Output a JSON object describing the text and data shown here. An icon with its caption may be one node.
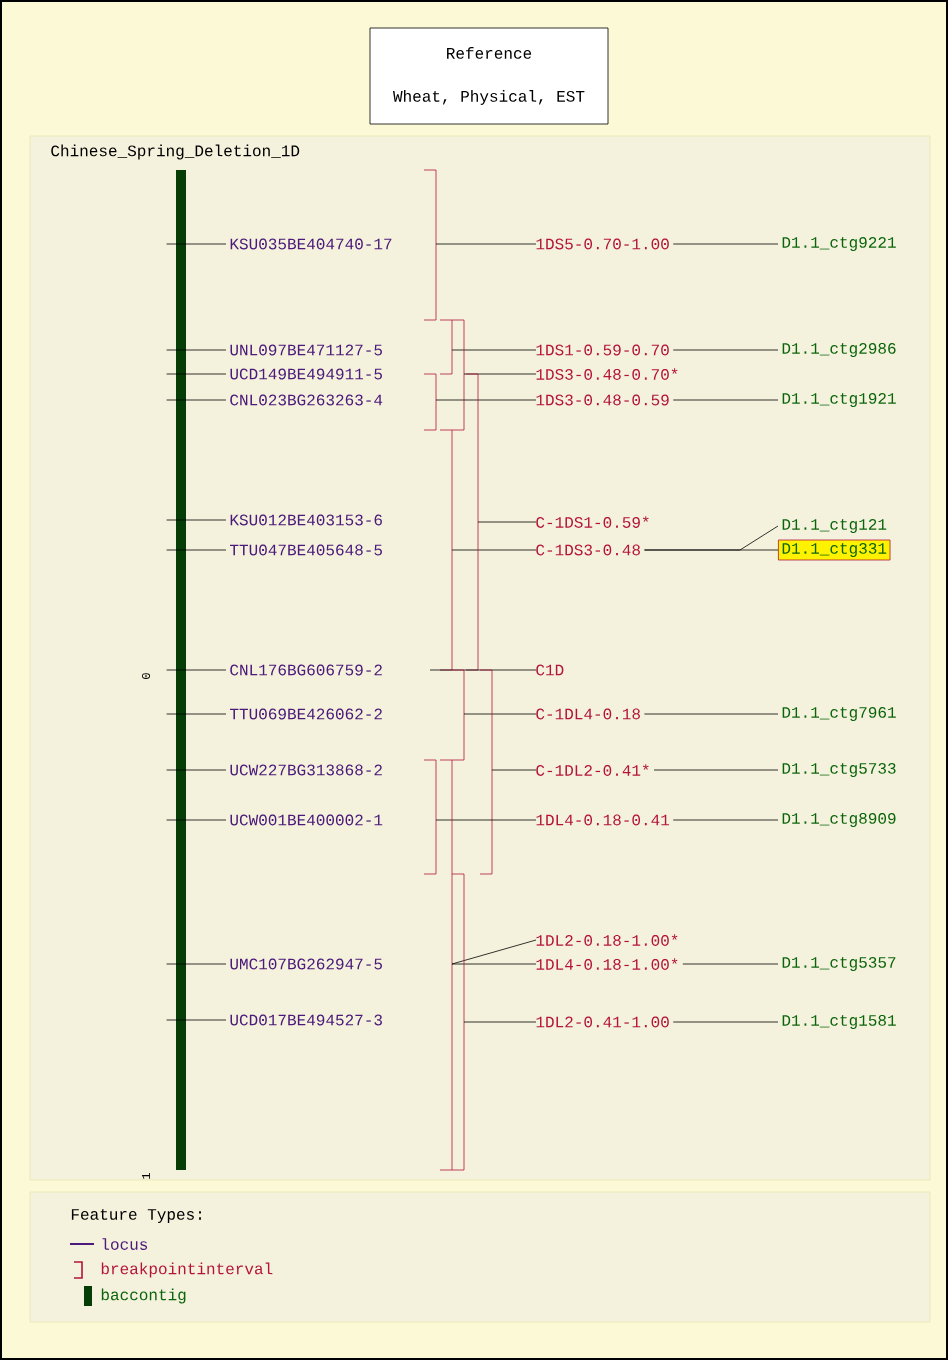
{
  "diagram": {
    "nodes": [
      {
        "text": [
          "Reference",
          "Wheat, Physical, EST"
        ]
      },
      {
        "text": [],
        "shape": "bar",
        "beside": [
          "Chinese_Spring_Deletion_1D"
        ]
      },
      {
        "text": [
          "KSU035BE404740-17"
        ]
      },
      {
        "text": [
          "UNL097BE471127-5"
        ]
      },
      {
        "text": [
          "UCD149BE494911-5"
        ]
      },
      {
        "text": [
          "CNL023BG263263-4"
        ]
      },
      {
        "text": [
          "KSU012BE403153-6"
        ]
      },
      {
        "text": [
          "TTU047BE405648-5"
        ]
      },
      {
        "text": [
          "CNL176BG606759-2"
        ]
      },
      {
        "text": [
          "TTU069BE426062-2"
        ]
      },
      {
        "text": [
          "UCW227BG313868-2"
        ]
      },
      {
        "text": [
          "UCW001BE400002-1"
        ]
      },
      {
        "text": [
          "UMC107BG262947-5"
        ]
      },
      {
        "text": [
          "UCD017BE494527-3"
        ]
      },
      {
        "text": [
          "1DS5-0.70-1.00"
        ]
      },
      {
        "text": [
          "1DS1-0.59-0.70"
        ]
      },
      {
        "text": [
          "1DS3-0.48-0.70*"
        ]
      },
      {
        "text": [
          "1DS3-0.48-0.59"
        ]
      },
      {
        "text": [
          "C-1DS1-0.59*"
        ]
      },
      {
        "text": [
          "C-1DS3-0.48"
        ]
      },
      {
        "text": [
          "C1D"
        ]
      },
      {
        "text": [
          "C-1DL4-0.18"
        ]
      },
      {
        "text": [
          "C-1DL2-0.41*"
        ]
      },
      {
        "text": [
          "1DL4-0.18-0.41"
        ]
      },
      {
        "text": [
          "1DL2-0.18-1.00*"
        ]
      },
      {
        "text": [
          "1DL4-0.18-1.00*"
        ]
      },
      {
        "text": [
          "1DL2-0.41-1.00"
        ]
      },
      {
        "text": [
          "D1.1_ctg9221"
        ]
      },
      {
        "text": [
          "D1.1_ctg2986"
        ]
      },
      {
        "text": [
          "D1.1_ctg1921"
        ]
      },
      {
        "text": [
          "D1.1_ctg121"
        ]
      },
      {
        "text": [
          "D1.1_ctg331"
        ]
      },
      {
        "text": [
          "D1.1_ctg7961"
        ]
      },
      {
        "text": [
          "D1.1_ctg5733"
        ]
      },
      {
        "text": [
          "D1.1_ctg8909"
        ]
      },
      {
        "text": [
          "D1.1_ctg5357"
        ]
      },
      {
        "text": [
          "D1.1_ctg1581"
        ]
      }
    ],
    "edges": [
      {
        "from": 2,
        "to": 1,
        "arrow": "none"
      },
      {
        "from": 3,
        "to": 1,
        "arrow": "none"
      },
      {
        "from": 4,
        "to": 1,
        "arrow": "none"
      },
      {
        "from": 5,
        "to": 1,
        "arrow": "none"
      },
      {
        "from": 6,
        "to": 1,
        "arrow": "none"
      },
      {
        "from": 7,
        "to": 1,
        "arrow": "none"
      },
      {
        "from": 8,
        "to": 1,
        "arrow": "none"
      },
      {
        "from": 9,
        "to": 1,
        "arrow": "none"
      },
      {
        "from": 10,
        "to": 1,
        "arrow": "none"
      },
      {
        "from": 11,
        "to": 1,
        "arrow": "none"
      },
      {
        "from": 12,
        "to": 1,
        "arrow": "none"
      },
      {
        "from": 13,
        "to": 1,
        "arrow": "none"
      },
      {
        "from": 14,
        "to": 27,
        "arrow": "none"
      },
      {
        "from": 15,
        "to": 28,
        "arrow": "none"
      },
      {
        "from": 17,
        "to": 29,
        "arrow": "none"
      },
      {
        "from": 19,
        "to": 30,
        "arrow": "none"
      },
      {
        "from": 19,
        "to": 31,
        "arrow": "none"
      },
      {
        "from": 21,
        "to": 32,
        "arrow": "none"
      },
      {
        "from": 22,
        "to": 33,
        "arrow": "none"
      },
      {
        "from": 23,
        "to": 34,
        "arrow": "none"
      },
      {
        "from": 25,
        "to": 35,
        "arrow": "none"
      },
      {
        "from": 26,
        "to": 36,
        "arrow": "none"
      }
    ],
    "labels": [
      "0",
      "1",
      "Feature Types:"
    ],
    "legend": [
      {
        "text": "locus"
      },
      {
        "text": "breakpointinterval"
      },
      {
        "text": "baccontig"
      }
    ]
  }
}
